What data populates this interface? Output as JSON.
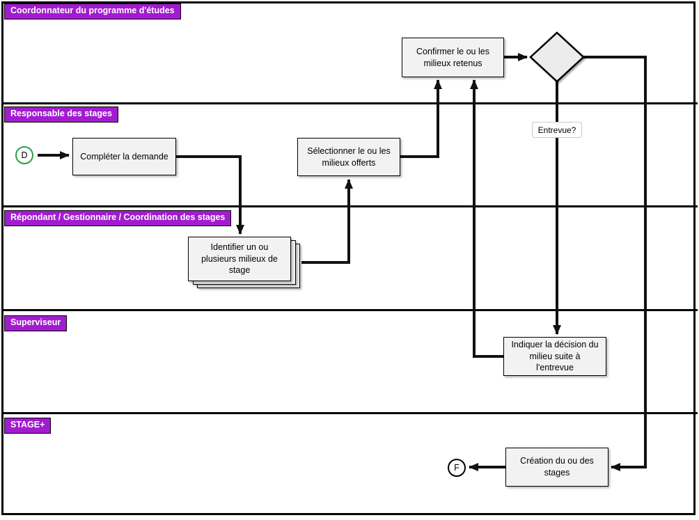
{
  "lanes": [
    {
      "label": "Coordonnateur du programme d'études"
    },
    {
      "label": "Responsable des stages"
    },
    {
      "label": "Répondant / Gestionnaire / Coordination des stages"
    },
    {
      "label": "Superviseur"
    },
    {
      "label": "STAGE+"
    }
  ],
  "nodes": {
    "start_circle": "D",
    "end_circle": "F",
    "completer_demande": "Compléter la demande",
    "identifier_milieux": "Identifier un ou plusieurs milieux de stage",
    "selectionner_milieux": "Sélectionner le ou les milieux offerts",
    "confirmer_milieux": "Confirmer le ou les milieux retenus",
    "indiquer_decision": "Indiquer la décision du milieu suite à l'entrevue",
    "creation_stages": "Création du ou des stages",
    "entrevue_label": "Entrevue?"
  },
  "colors": {
    "lane_label_bg": "#A21CCF",
    "lane_label_text": "#FFFFFF",
    "node_fill": "#F2F2F2",
    "node_border": "#000000",
    "start_circle_border": "#2E9E44",
    "connector": "#111111"
  }
}
